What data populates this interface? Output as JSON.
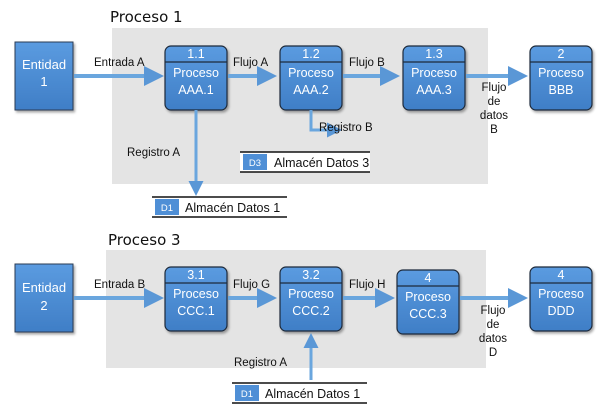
{
  "groups": [
    {
      "title": "Proceso 1"
    },
    {
      "title": "Proceso 3"
    }
  ],
  "entities": [
    {
      "line1": "Entidad",
      "line2": "1"
    },
    {
      "line1": "Entidad",
      "line2": "2"
    }
  ],
  "processes": [
    {
      "id": "1.1",
      "line1": "Proceso",
      "line2": "AAA.1"
    },
    {
      "id": "1.2",
      "line1": "Proceso",
      "line2": "AAA.2"
    },
    {
      "id": "1.3",
      "line1": "Proceso",
      "line2": "AAA.3"
    },
    {
      "id": "2",
      "line1": "Proceso",
      "line2": "BBB"
    },
    {
      "id": "3.1",
      "line1": "Proceso",
      "line2": "CCC.1"
    },
    {
      "id": "3.2",
      "line1": "Proceso",
      "line2": "CCC.2"
    },
    {
      "id": "4",
      "line1": "Proceso",
      "line2": "CCC.3"
    },
    {
      "id": "4",
      "line1": "Proceso",
      "line2": "DDD"
    }
  ],
  "datastores": [
    {
      "id": "D3",
      "name": "Almacén Datos 3"
    },
    {
      "id": "D1",
      "name": "Almacén Datos 1"
    },
    {
      "id": "D1",
      "name": "Almacén Datos 1"
    }
  ],
  "flows": {
    "entrada_a": "Entrada A",
    "flujo_a": "Flujo A",
    "flujo_b": "Flujo B",
    "registro_b": "Registro B",
    "registro_a_top": "Registro A",
    "flujo_datos_b": [
      "Flujo",
      "de",
      "datos",
      "B"
    ],
    "entrada_b": "Entrada B",
    "flujo_g": "Flujo G",
    "flujo_h": "Flujo H",
    "registro_a_bottom": "Registro A",
    "flujo_datos_d": [
      "Flujo",
      "de",
      "datos",
      "D"
    ]
  },
  "colors": {
    "box_fill": "#4f8fd6",
    "box_stroke": "#1f2a3a",
    "arrow": "#6aa6de",
    "panel": "#e4e4e4"
  }
}
